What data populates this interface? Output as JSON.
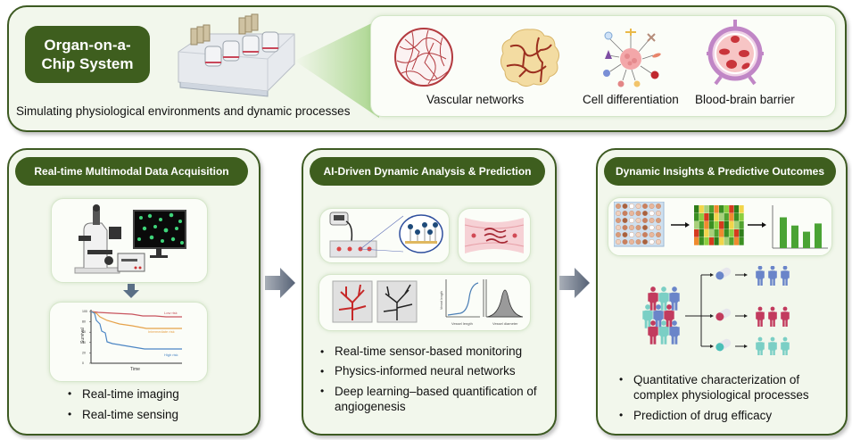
{
  "top": {
    "title": "Organ-on-a-Chip System",
    "subtitle": "Simulating physiological environments and dynamic processes",
    "models": [
      {
        "label": "Vascular networks"
      },
      {
        "label": ""
      },
      {
        "label": "Cell differentiation"
      },
      {
        "label": "Blood-brain barrier"
      }
    ]
  },
  "panels": [
    {
      "heading": "Real-time Multimodal Data Acquisition",
      "survival_chart": {
        "ylabel": "Survival",
        "xlabel": "Time",
        "yticks": [
          "0",
          "20",
          "40",
          "60",
          "80",
          "100"
        ],
        "series": [
          {
            "name": "Low risk",
            "color": "#c8545e"
          },
          {
            "name": "Intermediate risk",
            "color": "#e6a24a"
          },
          {
            "name": "High risk",
            "color": "#4c86c4"
          }
        ]
      },
      "bullets": [
        "Real-time imaging",
        "Real-time sensing"
      ]
    },
    {
      "heading": "AI-Driven Dynamic Analysis & Prediction",
      "plot_labels": {
        "sigmoid_x": "Vessel length",
        "sigmoid_y": "Vessel length",
        "hist_x": "Vessel diameter"
      },
      "bullets": [
        "Real-time sensor-based monitoring",
        "Physics-informed neural networks",
        "Deep learning–based quantification of angiogenesis"
      ]
    },
    {
      "heading": "Dynamic Insights & Predictive Outcomes",
      "bar_values": [
        0.75,
        0.55,
        0.4,
        0.6
      ],
      "bullets": [
        "Quantitative characterization of complex physiological processes",
        "Prediction of drug efficacy"
      ]
    }
  ],
  "colors": {
    "accent_green": "#3e5e1e",
    "panel_bg": "#f2f7ec",
    "group_red": "#c23b5e",
    "group_blue": "#6a85c9",
    "group_teal": "#7bcfc5"
  }
}
